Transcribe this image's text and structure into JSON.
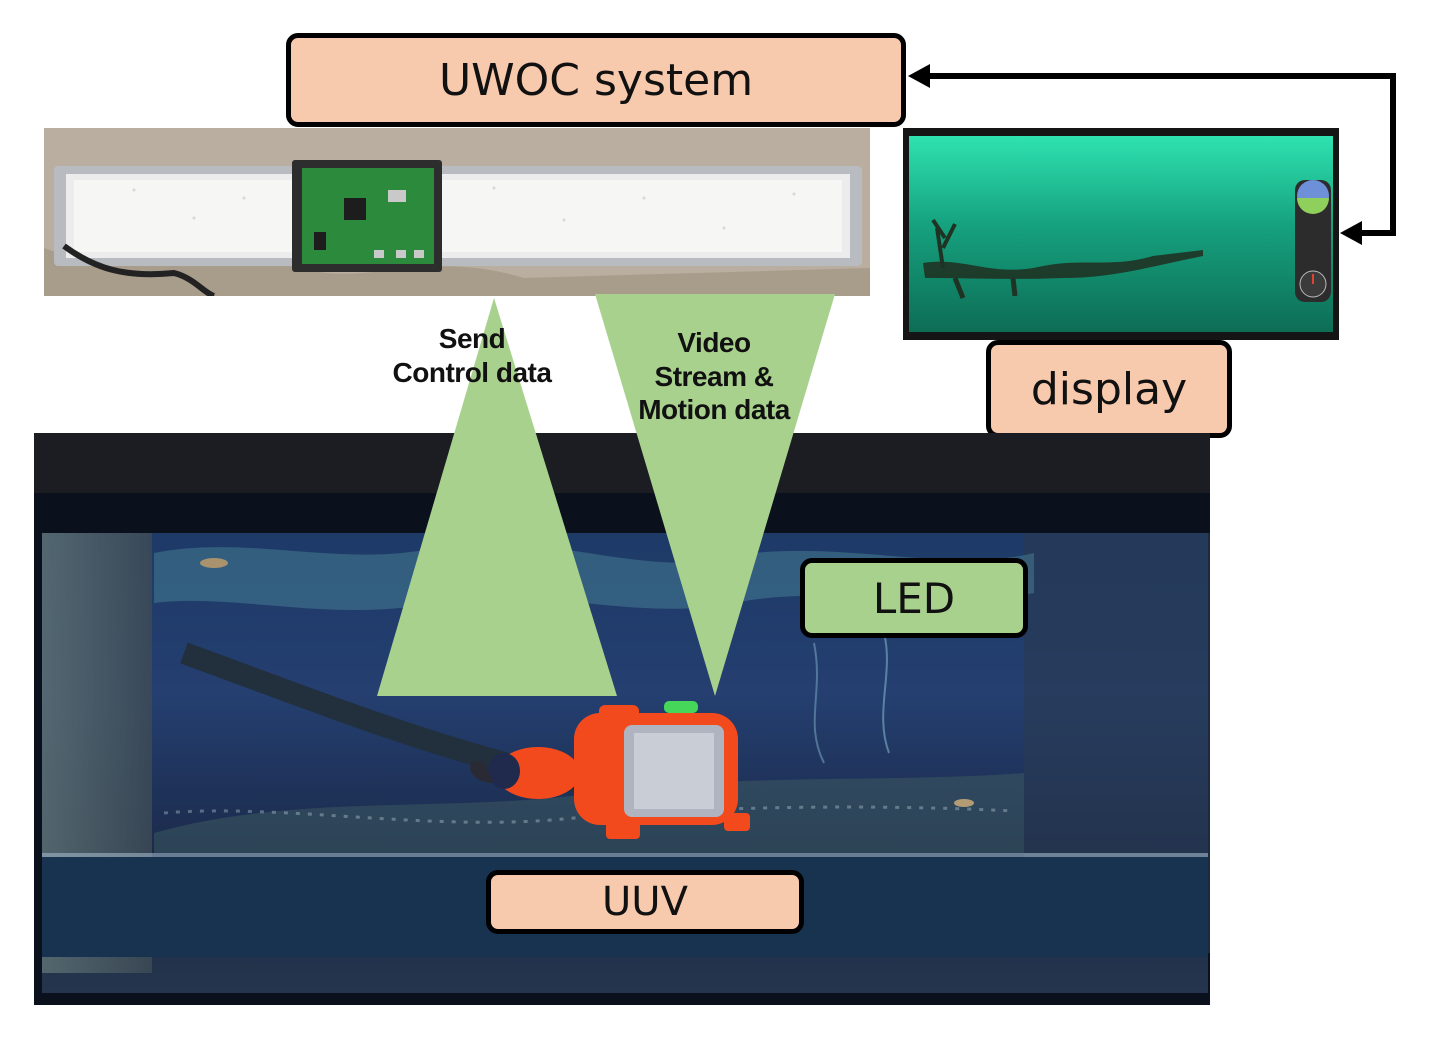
{
  "labels": {
    "uwoc_system": "UWOC system",
    "display": "display",
    "led": "LED",
    "uuv": "UUV"
  },
  "flows": {
    "uplink_line1": "Send",
    "uplink_line2": "Control data",
    "downlink_line1": "Video",
    "downlink_line2": "Stream &",
    "downlink_line3": "Motion data"
  },
  "colors": {
    "label_peach": "#f7c9ad",
    "label_green": "#a9d18e",
    "beam_green": "#a9d18e",
    "tank_dark": "#0b1525",
    "monitor_water": "#1aa783",
    "uuv_orange": "#f24a1c"
  }
}
